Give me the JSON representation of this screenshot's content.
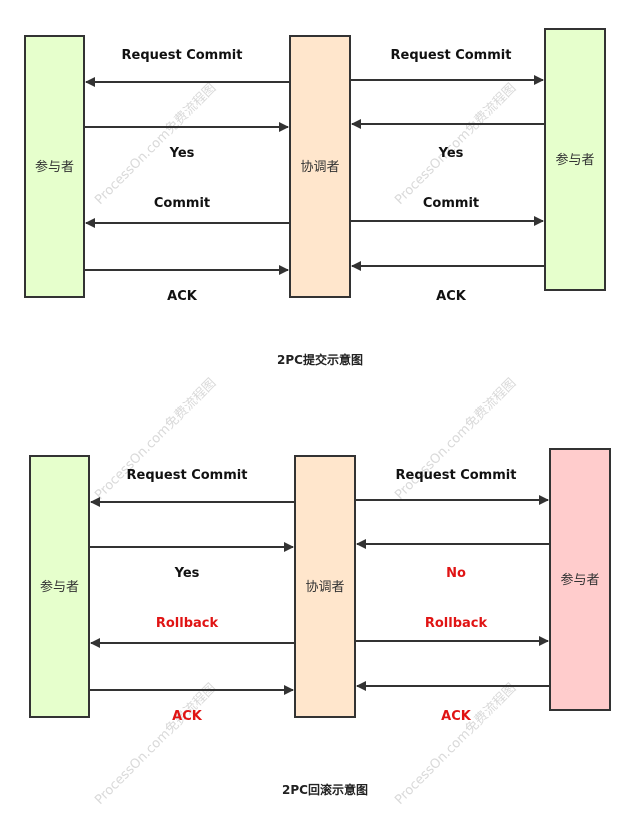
{
  "colors": {
    "participant_ok": "#e6ffcc",
    "participant_fail": "#ffcccc",
    "coordinator": "#ffe6cc",
    "stroke": "#333333",
    "text_normal": "#111111",
    "text_alert": "#e01414"
  },
  "watermark": "ProcessOn.com免费流程图",
  "commit_diagram": {
    "left_box": "参与者",
    "center_box": "协调者",
    "right_box": "参与者",
    "left_msgs": [
      "Request Commit",
      "Yes",
      "Commit",
      "ACK"
    ],
    "right_msgs": [
      "Request Commit",
      "Yes",
      "Commit",
      "ACK"
    ],
    "caption": "2PC提交示意图"
  },
  "rollback_diagram": {
    "left_box": "参与者",
    "center_box": "协调者",
    "right_box": "参与者",
    "left_msgs": [
      "Request Commit",
      "Yes",
      "Rollback",
      "ACK"
    ],
    "right_msgs": [
      "Request Commit",
      "No",
      "Rollback",
      "ACK"
    ],
    "caption": "2PC回滚示意图"
  }
}
